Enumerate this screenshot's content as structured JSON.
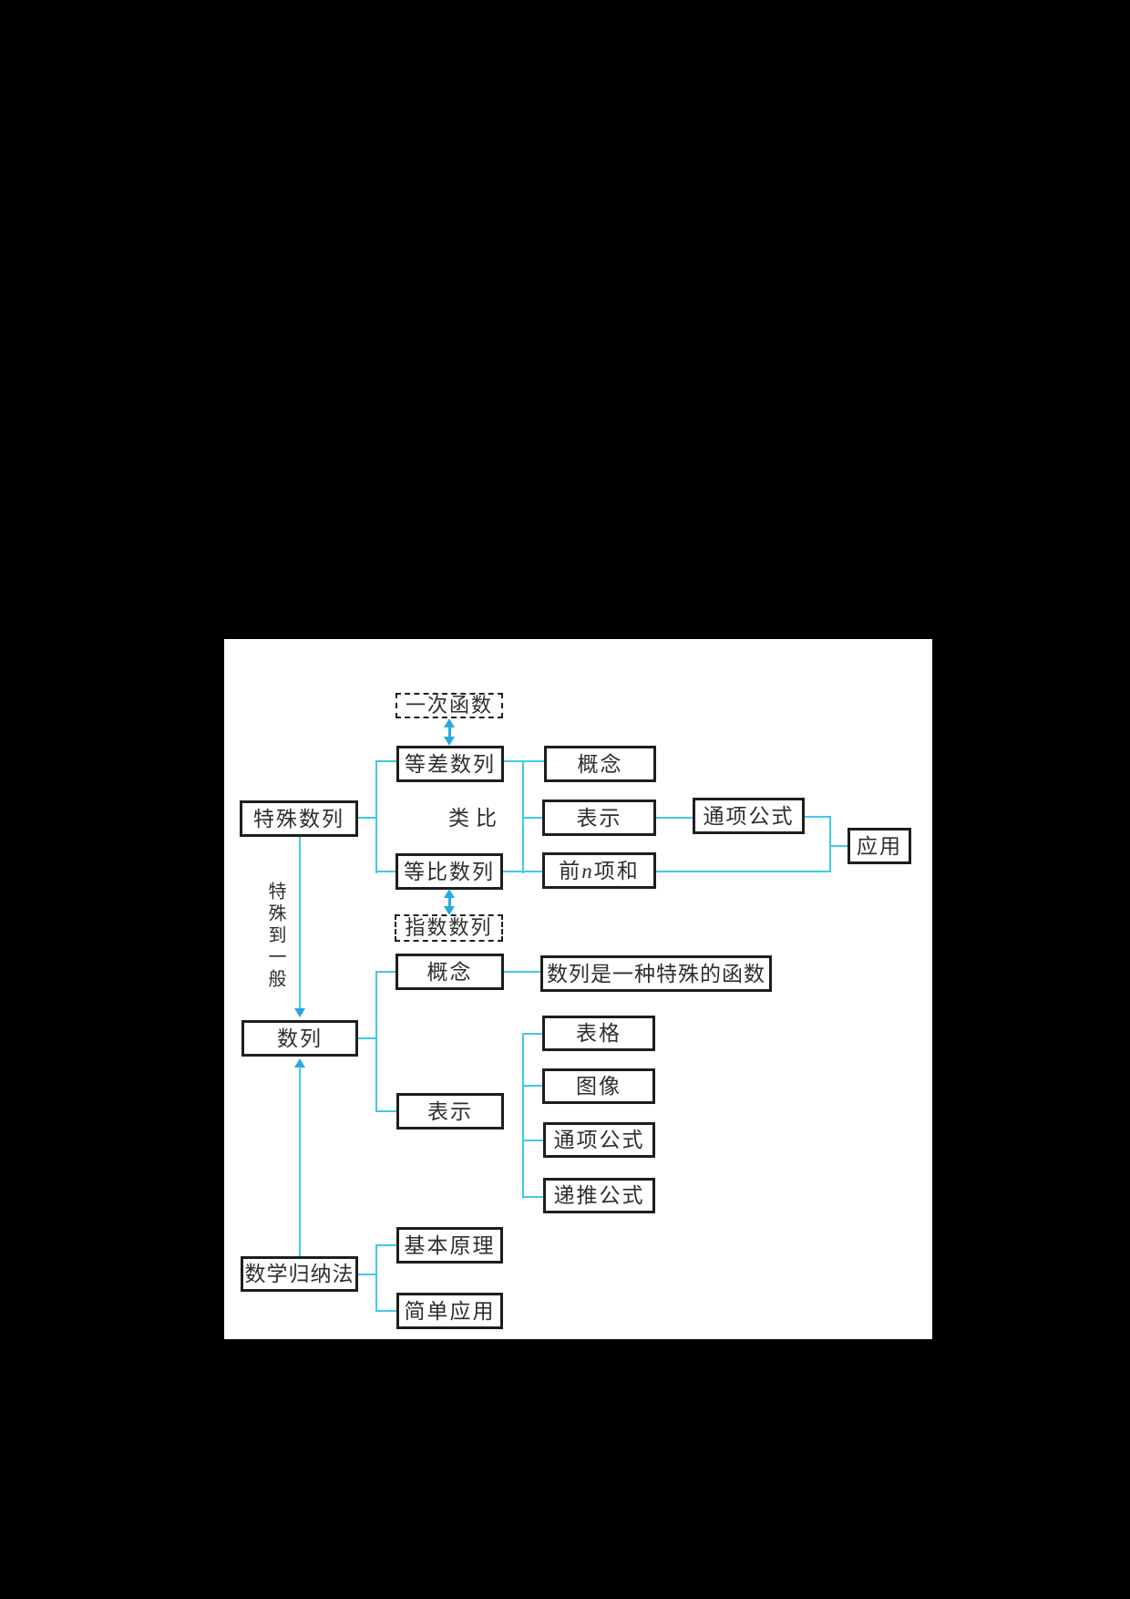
{
  "page": {
    "background": "#000000"
  },
  "panel": {
    "background": "#ffffff"
  },
  "colors": {
    "connector": "#41c9e8",
    "arrow": "#28a8e0",
    "box-border": "#1e1e1e",
    "text": "#2e2e2e"
  },
  "diagram": {
    "top": {
      "linear_function": "一次函数",
      "arithmetic_seq": "等差数列",
      "concept": "概念",
      "special_seq": "特殊数列",
      "analogy": "类比",
      "representation": "表示",
      "general_formula": "通项公式",
      "geometric_seq": "等比数列",
      "sum_pre": "前",
      "sum_var": "n",
      "sum_post": "项和",
      "application": "应用",
      "exponential_seq": "指数数列"
    },
    "middle": {
      "special_to_general": "特殊到一般",
      "concept": "概念",
      "seq_is_special_function": "数列是一种特殊的函数",
      "sequence": "数列",
      "table": "表格",
      "graph": "图像",
      "representation": "表示",
      "general_formula": "通项公式",
      "recursive_formula": "递推公式"
    },
    "bottom": {
      "math_induction": "数学归纳法",
      "basic_principle": "基本原理",
      "simple_application": "简单应用"
    }
  }
}
